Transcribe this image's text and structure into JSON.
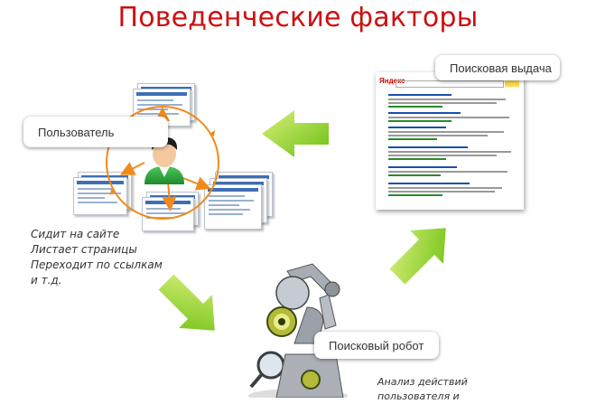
{
  "title": "Поведенческие факторы",
  "labels": {
    "user": "Пользователь",
    "serp": "Поисковая выдача",
    "robot": "Поисковый робот"
  },
  "user_caption": [
    "Сидит на сайте",
    "Листает страницы",
    "Переходит по ссылкам",
    "и т.д."
  ],
  "robot_caption": [
    "Анализ действий",
    "пользователя и"
  ],
  "serp_logo": "Яндекс",
  "colors": {
    "title": "#cc1010",
    "arrow_green": "#8ccf1a",
    "orbit_orange": "#f08a1c",
    "user_icon": "#27a33a"
  },
  "icons": [
    "user-avatar-icon",
    "robot-illustration",
    "green-arrow-icon"
  ]
}
